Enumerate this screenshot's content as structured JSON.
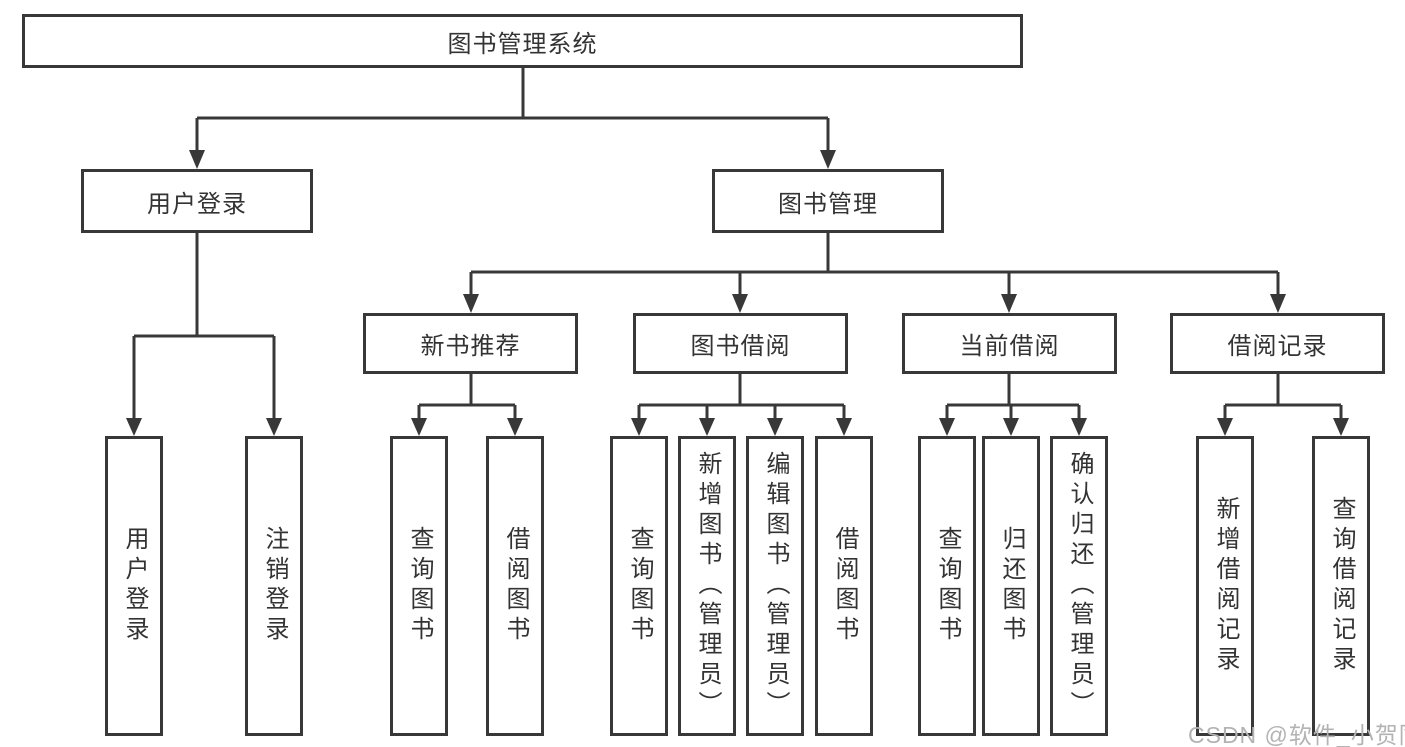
{
  "tree": {
    "root": {
      "label": "图书管理系统"
    },
    "children": [
      {
        "label": "用户登录",
        "children": [
          {
            "label": "用户登录"
          },
          {
            "label": "注销登录"
          }
        ]
      },
      {
        "label": "图书管理",
        "children": [
          {
            "label": "新书推荐",
            "children": [
              {
                "label": "查询图书"
              },
              {
                "label": "借阅图书"
              }
            ]
          },
          {
            "label": "图书借阅",
            "children": [
              {
                "label": "查询图书"
              },
              {
                "label": "新增图书（管理员）"
              },
              {
                "label": "编辑图书（管理员）"
              },
              {
                "label": "借阅图书"
              }
            ]
          },
          {
            "label": "当前借阅",
            "children": [
              {
                "label": "查询图书"
              },
              {
                "label": "归还图书"
              },
              {
                "label": "确认归还（管理员）"
              }
            ]
          },
          {
            "label": "借阅记录",
            "children": [
              {
                "label": "新增借阅记录"
              },
              {
                "label": "查询借阅记录"
              }
            ]
          }
        ]
      }
    ]
  },
  "watermark": {
    "text": "CSDN @软件_小贺同学"
  },
  "colors": {
    "line": "#383838",
    "text": "#333333",
    "watermark": "#b3b3b3",
    "background": "#ffffff"
  }
}
